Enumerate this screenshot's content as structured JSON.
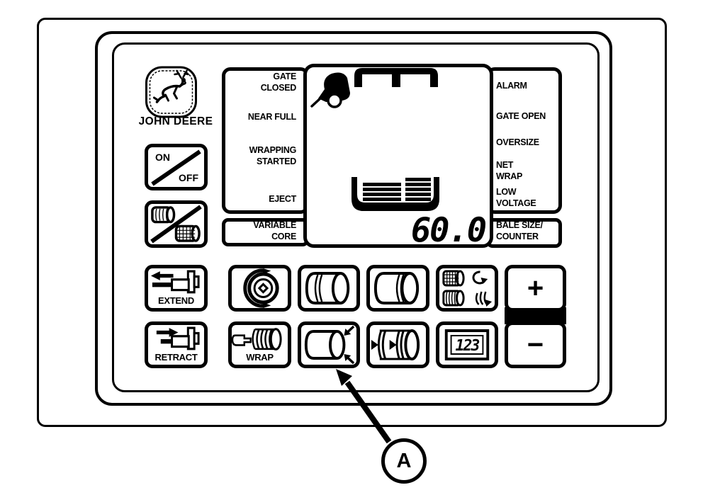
{
  "brand": {
    "name": "JOHN DEERE",
    "logo_icon": "john-deere-deer-icon"
  },
  "display": {
    "value": "60.0",
    "icons": [
      "baler-icon",
      "gate-closed-indicator-icon",
      "bale-fill-indicator-icon"
    ]
  },
  "status_left": {
    "gate_closed": "GATE\nCLOSED",
    "near_full": "NEAR FULL",
    "wrapping_started": "WRAPPING\nSTARTED",
    "eject": "EJECT",
    "variable_core": "VARIABLE\nCORE"
  },
  "status_right": {
    "alarm": "ALARM",
    "gate_open": "GATE OPEN",
    "oversize": "OVERSIZE",
    "net_wrap": "NET\nWRAP",
    "low_voltage": "LOW\nVOLTAGE",
    "bale_size_counter": "BALE SIZE/\nCOUNTER"
  },
  "buttons": {
    "on_off": {
      "on": "ON",
      "off": "OFF",
      "icon": "on-off-slash-icon"
    },
    "twine_net_toggle": {
      "icon": "twine-net-crossed-icon"
    },
    "extend": {
      "label": "EXTEND",
      "icon": "cylinder-extend-icon"
    },
    "retract": {
      "label": "RETRACT",
      "icon": "cylinder-retract-icon"
    },
    "bale_density": {
      "icon": "bale-density-belt-icon"
    },
    "bale_shape_left": {
      "icon": "bale-cylinder-left-icon"
    },
    "bale_shape_right": {
      "icon": "bale-cylinder-right-icon"
    },
    "net_twine_select": {
      "icon": "net-twine-rolls-icon"
    },
    "plus": {
      "label": "+"
    },
    "wrap": {
      "label": "WRAP",
      "icon": "hand-wrap-icon"
    },
    "bale_size": {
      "icon": "bale-size-arrows-icon"
    },
    "bale_press": {
      "icon": "bale-press-arrows-icon"
    },
    "counter": {
      "digits": "123",
      "icon": "counter-display-icon"
    },
    "minus": {
      "label": "−"
    }
  },
  "callout": {
    "label": "A"
  },
  "colors": {
    "ink": "#000000",
    "paper": "#ffffff"
  }
}
